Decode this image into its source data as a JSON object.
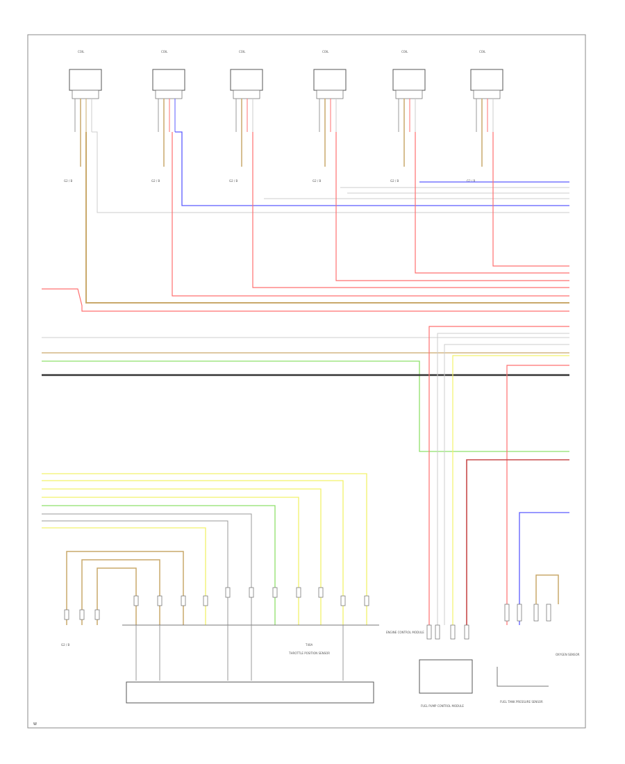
{
  "diagram": {
    "footer_id": "W",
    "ignition_coils": [
      {
        "id": "coil-1",
        "ground_label": "G2 / B"
      },
      {
        "id": "coil-2",
        "ground_label": "G2 / B"
      },
      {
        "id": "coil-3",
        "ground_label": "G2 / B"
      },
      {
        "id": "coil-4",
        "ground_label": "G2 / B"
      },
      {
        "id": "coil-5",
        "ground_label": "G2 / B"
      },
      {
        "id": "coil-6",
        "ground_label": "G2 / B"
      }
    ],
    "components": {
      "throttle_module": "THROTTLE POSITION SENSOR",
      "throttle_pin": "T40A",
      "engine_control": "ENGINE CONTROL MODULE",
      "fuel_pump_control": "FUEL PUMP CONTROL MODULE",
      "fuel_pressure_sensor": "FUEL TANK PRESSURE SENSOR",
      "oxygen_sensor": "OXYGEN SENSOR",
      "ground_lower": "G2 / B"
    },
    "colors": {
      "red": "#ff6f6f",
      "tan": "#c9a86a",
      "blue": "#5a5aff",
      "green": "#8ee06a",
      "yellow": "#f2f26a",
      "black": "#333333",
      "gray": "#b8b8b8",
      "darkred": "#c74a4a"
    }
  }
}
